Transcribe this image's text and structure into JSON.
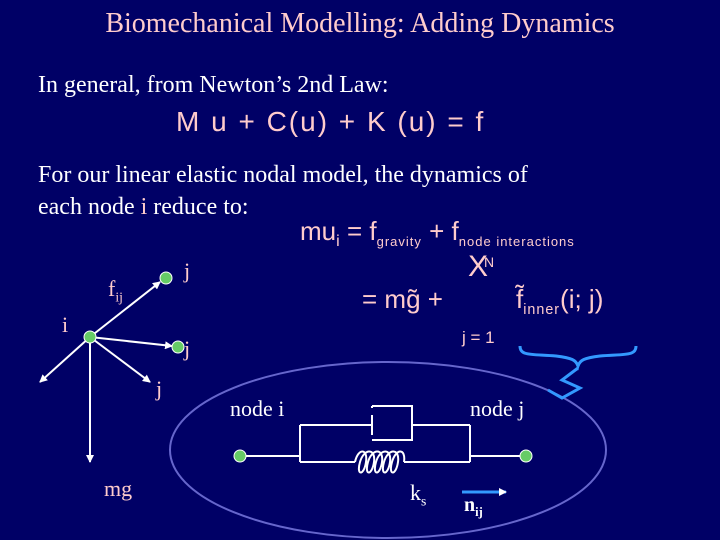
{
  "slide": {
    "title": "Biomechanical Modelling: Adding Dynamics",
    "intro": "In general, from Newton’s 2nd Law:",
    "eq1": "M u + C(u) + K (u) = f",
    "body_line1": "For our linear elastic nodal model, the dynamics of",
    "body_line2_a": "each node ",
    "body_line2_i": "i",
    "body_line2_b": " reduce to:"
  },
  "equation": {
    "lhs_mu": "mu",
    "lhs_sub_i": "i",
    "eq_f": "= f",
    "sub_gravity": "gravity",
    "plus": "+",
    "f2": "f",
    "sub_node": "node interactions",
    "sigma_symbol": "X",
    "sigma_top": "N",
    "line2_lhs": "= mg̃ +",
    "f_tilde": "f̃",
    "sub_inner": "inner",
    "args": "(i; j)",
    "sigma_bottom": "j = 1"
  },
  "node_diagram": {
    "label_i": "i",
    "label_fij_f": "f",
    "label_fij_sub": "ij",
    "label_j_top": "j",
    "label_j_mid": "j",
    "label_j_bottom": "j",
    "label_mg": "mg"
  },
  "spring_diagram": {
    "node_i_label": "node i",
    "node_j_label": "node j",
    "ks_k": "k",
    "ks_sub": "s",
    "nij_n": "n",
    "nij_sub": "ij"
  },
  "colors": {
    "background": "#000066",
    "accent_text": "#ffcccc",
    "node_fill": "#66cc66",
    "ellipse_stroke": "#6666cc"
  }
}
